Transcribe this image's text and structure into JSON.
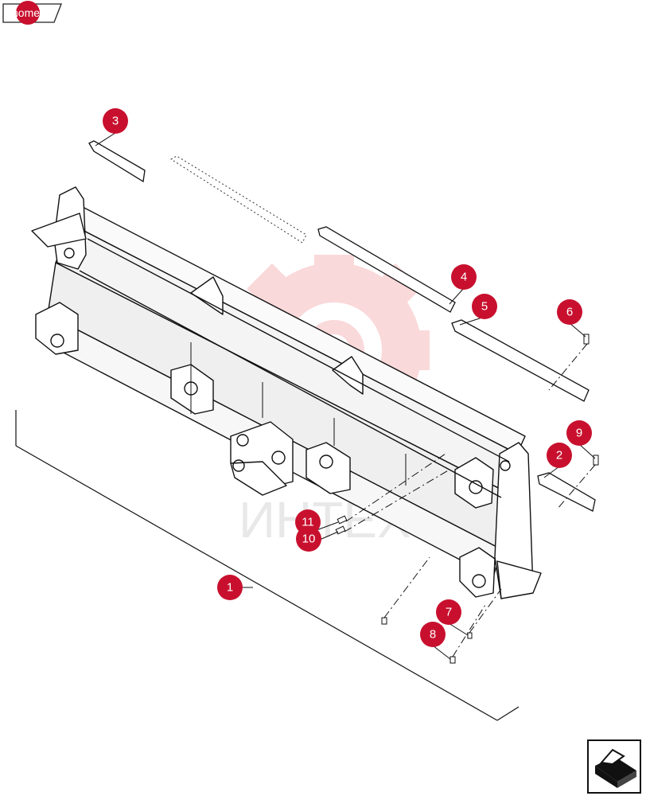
{
  "nav": {
    "home_label": "home"
  },
  "watermark": {
    "text": "ИНТЕХ",
    "color": "#e31b23"
  },
  "accent_color": "#c8102e",
  "callouts": [
    "1",
    "2",
    "3",
    "4",
    "5",
    "6",
    "7",
    "8",
    "9",
    "10",
    "11"
  ],
  "icons": {
    "next": "next-page-arrow-icon"
  }
}
